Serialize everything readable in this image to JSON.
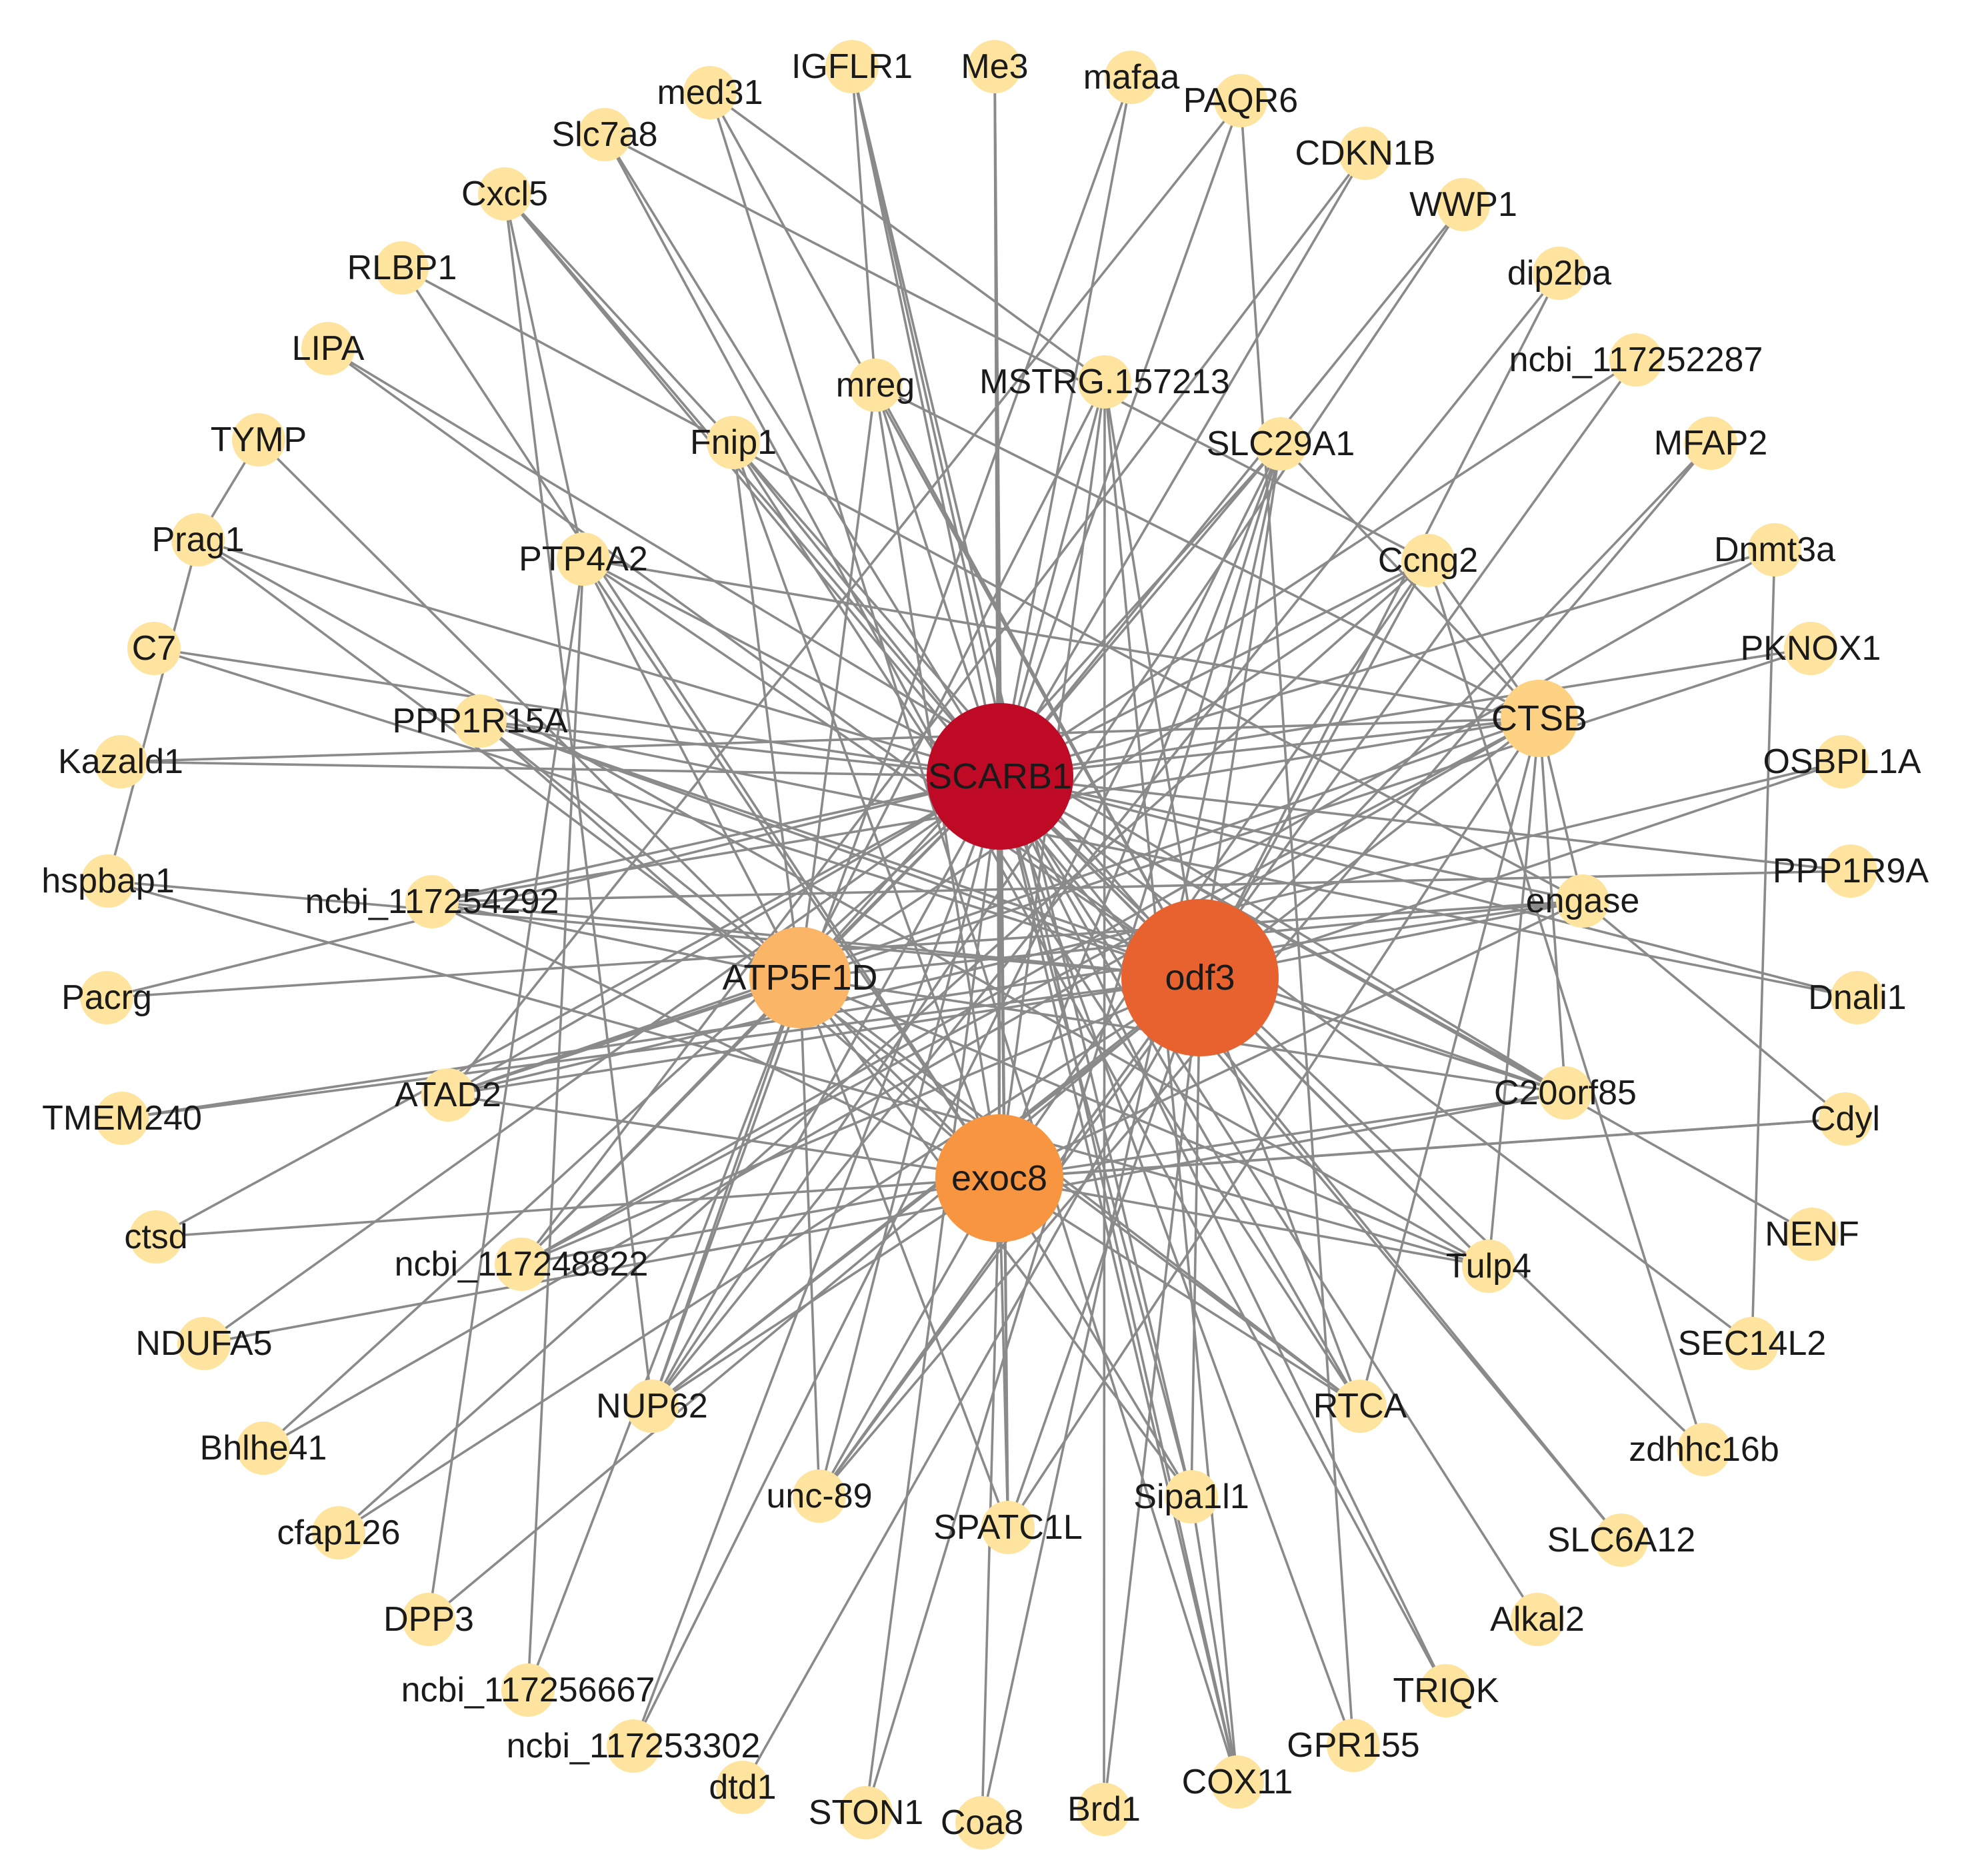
{
  "colors": {
    "edge": "#8a8a8a",
    "hub_1": "#bf0a26",
    "hub_2": "#e8622f",
    "hub_3": "#f79540",
    "hub_4": "#fbb566",
    "hub_5": "#fed283",
    "peripheral": "#fee49f",
    "label": "#1a1a1a"
  },
  "hubs": [
    "SCARB1",
    "odf3",
    "exoc8",
    "ATP5F1D",
    "CTSB"
  ],
  "nodes": [
    "SCARB1",
    "odf3",
    "exoc8",
    "ATP5F1D",
    "CTSB",
    "Me3",
    "mafaa",
    "PAQR6",
    "CDKN1B",
    "WWP1",
    "dip2ba",
    "ncbi_117252287",
    "MFAP2",
    "Dnmt3a",
    "PKNOX1",
    "OSBPL1A",
    "PPP1R9A",
    "Dnali1",
    "Cdyl",
    "NENF",
    "SEC14L2",
    "zdhhc16b",
    "SLC6A12",
    "Alkal2",
    "TRIQK",
    "GPR155",
    "COX11",
    "Brd1",
    "Coa8",
    "STON1",
    "dtd1",
    "ncbi_117253302",
    "ncbi_117256667",
    "DPP3",
    "cfap126",
    "Bhlhe41",
    "NDUFA5",
    "ctsd",
    "TMEM240",
    "Pacrg",
    "hspbap1",
    "Kazald1",
    "C7",
    "Prag1",
    "TYMP",
    "LIPA",
    "RLBP1",
    "Cxcl5",
    "Slc7a8",
    "med31",
    "IGFLR1",
    "mreg",
    "MSTRG.157213",
    "SLC29A1",
    "Ccng2",
    "engase",
    "C20orf85",
    "Tulp4",
    "RTCA",
    "Sipa1l1",
    "SPATC1L",
    "unc-89",
    "NUP62",
    "ncbi_117248822",
    "ATAD2",
    "ncbi_117254292",
    "PPP1R15A",
    "PTP4A2",
    "Fnip1"
  ],
  "edges": [
    [
      "Me3",
      "SCARB1"
    ],
    [
      "mafaa",
      "SCARB1"
    ],
    [
      "PAQR6",
      "SCARB1"
    ],
    [
      "CDKN1B",
      "SCARB1"
    ],
    [
      "WWP1",
      "SCARB1"
    ],
    [
      "dip2ba",
      "odf3"
    ],
    [
      "ncbi_117252287",
      "SCARB1"
    ],
    [
      "MFAP2",
      "odf3"
    ],
    [
      "Dnmt3a",
      "SCARB1"
    ],
    [
      "PKNOX1",
      "SCARB1"
    ],
    [
      "OSBPL1A",
      "odf3"
    ],
    [
      "PPP1R9A",
      "SCARB1"
    ],
    [
      "Dnali1",
      "SCARB1"
    ],
    [
      "Cdyl",
      "exoc8"
    ],
    [
      "NENF",
      "SCARB1"
    ],
    [
      "SEC14L2",
      "SCARB1"
    ],
    [
      "zdhhc16b",
      "SCARB1"
    ],
    [
      "SLC6A12",
      "SCARB1"
    ],
    [
      "Alkal2",
      "SCARB1"
    ],
    [
      "TRIQK",
      "SCARB1"
    ],
    [
      "GPR155",
      "SCARB1"
    ],
    [
      "COX11",
      "SCARB1"
    ],
    [
      "Brd1",
      "odf3"
    ],
    [
      "Coa8",
      "exoc8"
    ],
    [
      "STON1",
      "SCARB1"
    ],
    [
      "dtd1",
      "odf3"
    ],
    [
      "ncbi_117253302",
      "SCARB1"
    ],
    [
      "ncbi_117256667",
      "ATP5F1D"
    ],
    [
      "DPP3",
      "odf3"
    ],
    [
      "cfap126",
      "odf3"
    ],
    [
      "Bhlhe41",
      "SCARB1"
    ],
    [
      "NDUFA5",
      "SCARB1"
    ],
    [
      "ctsd",
      "SCARB1"
    ],
    [
      "TMEM240",
      "odf3"
    ],
    [
      "Pacrg",
      "SCARB1"
    ],
    [
      "hspbap1",
      "odf3"
    ],
    [
      "Kazald1",
      "SCARB1"
    ],
    [
      "C7",
      "SCARB1"
    ],
    [
      "Prag1",
      "SCARB1"
    ],
    [
      "TYMP",
      "exoc8"
    ],
    [
      "LIPA",
      "odf3"
    ],
    [
      "RLBP1",
      "exoc8"
    ],
    [
      "Cxcl5",
      "SCARB1"
    ],
    [
      "Slc7a8",
      "SCARB1"
    ],
    [
      "med31",
      "odf3"
    ],
    [
      "IGFLR1",
      "SCARB1"
    ],
    [
      "mreg",
      "SCARB1"
    ],
    [
      "MSTRG.157213",
      "SCARB1"
    ],
    [
      "SLC29A1",
      "SCARB1"
    ],
    [
      "Ccng2",
      "SCARB1"
    ],
    [
      "engase",
      "SCARB1"
    ],
    [
      "C20orf85",
      "SCARB1"
    ],
    [
      "Tulp4",
      "SCARB1"
    ],
    [
      "RTCA",
      "SCARB1"
    ],
    [
      "Sipa1l1",
      "SCARB1"
    ],
    [
      "SPATC1L",
      "SCARB1"
    ],
    [
      "unc-89",
      "SCARB1"
    ],
    [
      "NUP62",
      "SCARB1"
    ],
    [
      "ncbi_117248822",
      "SCARB1"
    ],
    [
      "ATAD2",
      "SCARB1"
    ],
    [
      "ncbi_117254292",
      "SCARB1"
    ],
    [
      "PPP1R15A",
      "SCARB1"
    ],
    [
      "PTP4A2",
      "SCARB1"
    ],
    [
      "Fnip1",
      "SCARB1"
    ],
    [
      "odf3",
      "SCARB1"
    ],
    [
      "exoc8",
      "SCARB1"
    ],
    [
      "ATP5F1D",
      "SCARB1"
    ],
    [
      "CTSB",
      "SCARB1"
    ],
    [
      "mreg",
      "odf3"
    ],
    [
      "MSTRG.157213",
      "odf3"
    ],
    [
      "SLC29A1",
      "odf3"
    ],
    [
      "Ccng2",
      "odf3"
    ],
    [
      "engase",
      "odf3"
    ],
    [
      "C20orf85",
      "odf3"
    ],
    [
      "Tulp4",
      "odf3"
    ],
    [
      "RTCA",
      "odf3"
    ],
    [
      "Sipa1l1",
      "odf3"
    ],
    [
      "SPATC1L",
      "odf3"
    ],
    [
      "unc-89",
      "odf3"
    ],
    [
      "NUP62",
      "odf3"
    ],
    [
      "ncbi_117248822",
      "odf3"
    ],
    [
      "ATAD2",
      "odf3"
    ],
    [
      "ncbi_117254292",
      "odf3"
    ],
    [
      "PPP1R15A",
      "odf3"
    ],
    [
      "PTP4A2",
      "odf3"
    ],
    [
      "Fnip1",
      "odf3"
    ],
    [
      "mreg",
      "exoc8"
    ],
    [
      "MSTRG.157213",
      "exoc8"
    ],
    [
      "SLC29A1",
      "exoc8"
    ],
    [
      "Ccng2",
      "exoc8"
    ],
    [
      "engase",
      "exoc8"
    ],
    [
      "C20orf85",
      "exoc8"
    ],
    [
      "Tulp4",
      "exoc8"
    ],
    [
      "RTCA",
      "exoc8"
    ],
    [
      "Sipa1l1",
      "exoc8"
    ],
    [
      "SPATC1L",
      "exoc8"
    ],
    [
      "unc-89",
      "exoc8"
    ],
    [
      "NUP62",
      "exoc8"
    ],
    [
      "ncbi_117248822",
      "exoc8"
    ],
    [
      "ATAD2",
      "exoc8"
    ],
    [
      "ncbi_117254292",
      "exoc8"
    ],
    [
      "PPP1R15A",
      "exoc8"
    ],
    [
      "PTP4A2",
      "exoc8"
    ],
    [
      "Fnip1",
      "exoc8"
    ],
    [
      "mreg",
      "ATP5F1D"
    ],
    [
      "MSTRG.157213",
      "ATP5F1D"
    ],
    [
      "SLC29A1",
      "ATP5F1D"
    ],
    [
      "Ccng2",
      "ATP5F1D"
    ],
    [
      "engase",
      "ATP5F1D"
    ],
    [
      "C20orf85",
      "ATP5F1D"
    ],
    [
      "Tulp4",
      "ATP5F1D"
    ],
    [
      "RTCA",
      "ATP5F1D"
    ],
    [
      "Sipa1l1",
      "ATP5F1D"
    ],
    [
      "SPATC1L",
      "ATP5F1D"
    ],
    [
      "unc-89",
      "ATP5F1D"
    ],
    [
      "NUP62",
      "ATP5F1D"
    ],
    [
      "ncbi_117248822",
      "ATP5F1D"
    ],
    [
      "ATAD2",
      "ATP5F1D"
    ],
    [
      "ncbi_117254292",
      "ATP5F1D"
    ],
    [
      "PPP1R15A",
      "ATP5F1D"
    ],
    [
      "PTP4A2",
      "ATP5F1D"
    ],
    [
      "Fnip1",
      "ATP5F1D"
    ],
    [
      "mreg",
      "CTSB"
    ],
    [
      "SLC29A1",
      "CTSB"
    ],
    [
      "Ccng2",
      "CTSB"
    ],
    [
      "engase",
      "CTSB"
    ],
    [
      "C20orf85",
      "CTSB"
    ],
    [
      "Tulp4",
      "CTSB"
    ],
    [
      "RTCA",
      "CTSB"
    ],
    [
      "NUP62",
      "CTSB"
    ],
    [
      "ncbi_117248822",
      "CTSB"
    ],
    [
      "ATAD2",
      "CTSB"
    ],
    [
      "ncbi_117254292",
      "CTSB"
    ],
    [
      "PTP4A2",
      "CTSB"
    ],
    [
      "Prag1",
      "hspbap1"
    ],
    [
      "Cxcl5",
      "NUP62"
    ],
    [
      "Cxcl5",
      "PTP4A2"
    ],
    [
      "Cxcl5",
      "Fnip1"
    ],
    [
      "med31",
      "MSTRG.157213"
    ],
    [
      "Slc7a8",
      "Ccng2"
    ],
    [
      "IGFLR1",
      "Sipa1l1"
    ],
    [
      "WWP1",
      "NUP62"
    ],
    [
      "PAQR6",
      "ATAD2"
    ],
    [
      "PKNOX1",
      "ATAD2"
    ],
    [
      "Dnmt3a",
      "ncbi_117248822"
    ],
    [
      "Prag1",
      "RTCA"
    ],
    [
      "Prag1",
      "Tulp4"
    ],
    [
      "LIPA",
      "C20orf85"
    ],
    [
      "Pacrg",
      "engase"
    ],
    [
      "TMEM240",
      "engase"
    ],
    [
      "TYMP",
      "Prag1"
    ],
    [
      "ncbi_117254292",
      "PPP1R9A"
    ],
    [
      "Dnali1",
      "PPP1R15A"
    ],
    [
      "ctsd",
      "Cdyl"
    ],
    [
      "NDUFA5",
      "C20orf85"
    ],
    [
      "Bhlhe41",
      "CTSB"
    ],
    [
      "cfap126",
      "Ccng2"
    ],
    [
      "DPP3",
      "PTP4A2"
    ],
    [
      "ncbi_117256667",
      "PTP4A2"
    ],
    [
      "ncbi_117253302",
      "SLC29A1"
    ],
    [
      "STON1",
      "SLC29A1"
    ],
    [
      "Coa8",
      "SLC29A1"
    ],
    [
      "Brd1",
      "MSTRG.157213"
    ],
    [
      "COX11",
      "IGFLR1"
    ],
    [
      "COX11",
      "med31"
    ],
    [
      "GPR155",
      "PAQR6"
    ],
    [
      "TRIQK",
      "Slc7a8"
    ],
    [
      "SLC6A12",
      "Cxcl5"
    ],
    [
      "zdhhc16b",
      "Ccng2"
    ],
    [
      "SEC14L2",
      "Dnmt3a"
    ],
    [
      "Cdyl",
      "engase"
    ],
    [
      "OSBPL1A",
      "ATAD2"
    ],
    [
      "MFAP2",
      "unc-89"
    ],
    [
      "CDKN1B",
      "ncbi_117248822"
    ],
    [
      "dip2ba",
      "NUP62"
    ],
    [
      "ncbi_117252287",
      "unc-89"
    ],
    [
      "mafaa",
      "NUP62"
    ],
    [
      "Me3",
      "exoc8"
    ],
    [
      "PPP1R15A",
      "C20orf85"
    ],
    [
      "Kazald1",
      "CTSB"
    ],
    [
      "C7",
      "C20orf85"
    ],
    [
      "RLBP1",
      "engase"
    ],
    [
      "hspbap1",
      "Tulp4"
    ],
    [
      "IGFLR1",
      "mreg"
    ],
    [
      "Fnip1",
      "RTCA"
    ],
    [
      "MSTRG.157213",
      "COX11"
    ],
    [
      "Sipa1l1",
      "COX11"
    ],
    [
      "SPATC1L",
      "CTSB"
    ],
    [
      "Me3",
      "SPATC1L"
    ]
  ]
}
